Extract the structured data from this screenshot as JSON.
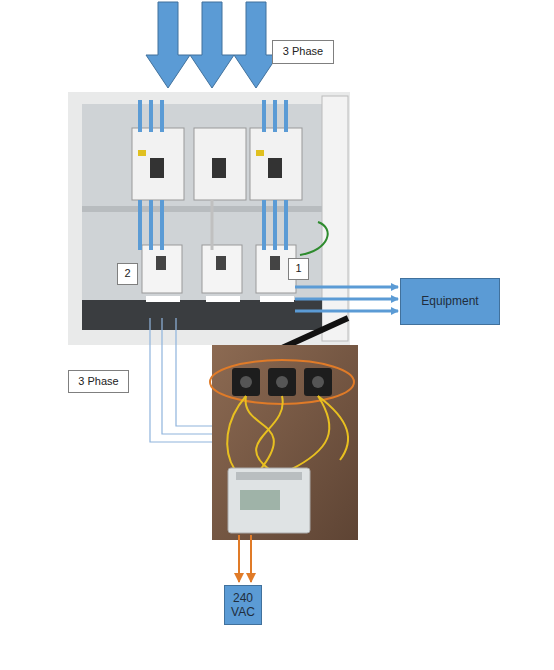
{
  "diagram": {
    "nodes": [
      {
        "text": [
          "3 Phase"
        ]
      },
      {
        "text": [
          "2"
        ]
      },
      {
        "text": [
          "1"
        ]
      },
      {
        "text": [
          "Equipment"
        ]
      },
      {
        "text": [
          "3 Phase"
        ]
      },
      {
        "text": [
          "240 VAC"
        ]
      }
    ]
  }
}
